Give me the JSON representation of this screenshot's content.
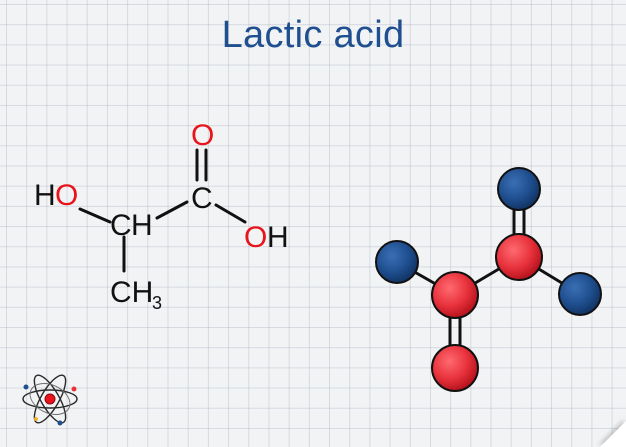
{
  "title": "Lactic acid",
  "structural_formula": {
    "labels": {
      "o_carbonyl": "O",
      "c_carboxyl": "C",
      "o_hydroxyl_acid": "O",
      "h_hydroxyl_acid": "H",
      "h_alcohol": "H",
      "o_alcohol": "O",
      "ch_alpha_c": "C",
      "ch_alpha_h": "H",
      "ch3_main": "CH",
      "ch3_sub": "3"
    }
  },
  "ball_and_stick": {
    "atom_count": 6,
    "oxygen_count": 3,
    "carbon_count": 3
  },
  "colors": {
    "title": "#1f4f8f",
    "oxygen_label": "#e8141c",
    "carbon_label": "#111111",
    "bond": "#111111",
    "oxygen_atom": "#e8323c",
    "carbon_atom": "#1f4f8f",
    "atom_icon_nucleus": "#e8141c",
    "background": "#f2f3f5",
    "grid": "#a0aab9"
  },
  "icons": {
    "logo": "atom-icon"
  }
}
